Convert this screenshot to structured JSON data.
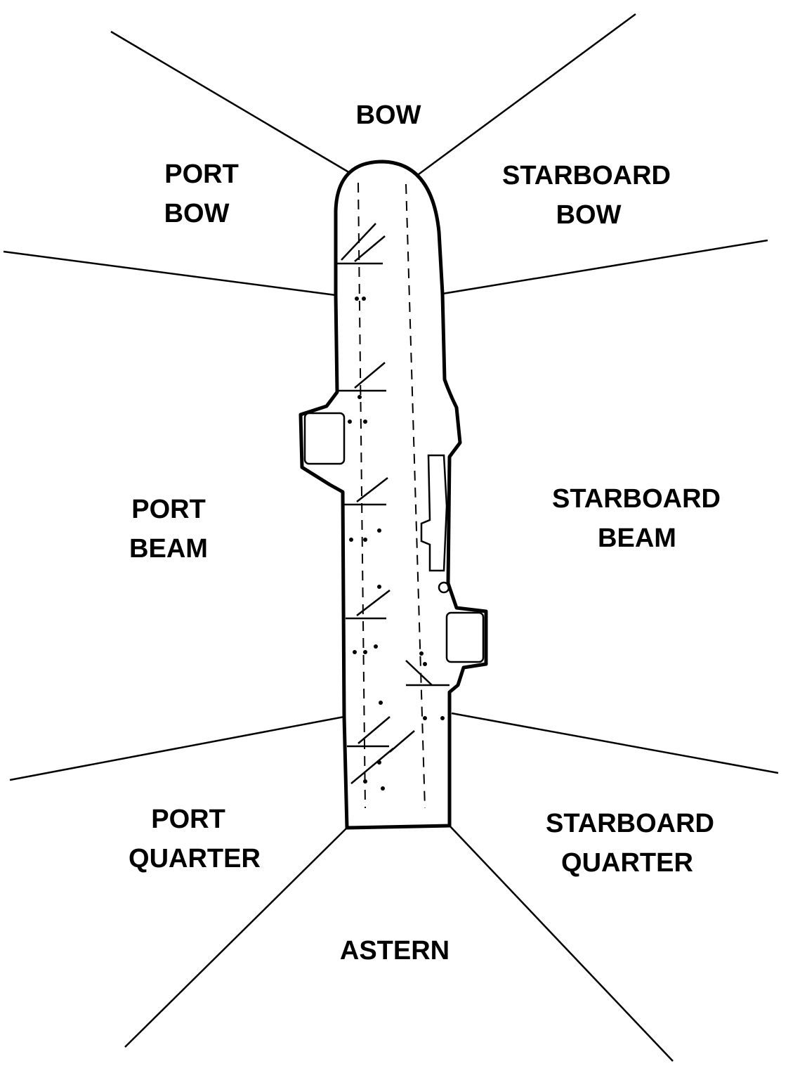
{
  "labels": {
    "bow": "BOW",
    "port_bow": [
      "PORT",
      "BOW"
    ],
    "starboard_bow": [
      "STARBOARD",
      "BOW"
    ],
    "port_beam": [
      "PORT",
      "BEAM"
    ],
    "starboard_beam": [
      "STARBOARD",
      "BEAM"
    ],
    "port_quarter": [
      "PORT",
      "QUARTER"
    ],
    "starboard_quarter": [
      "STARBOARD",
      "QUARTER"
    ],
    "astern": "ASTERN"
  }
}
